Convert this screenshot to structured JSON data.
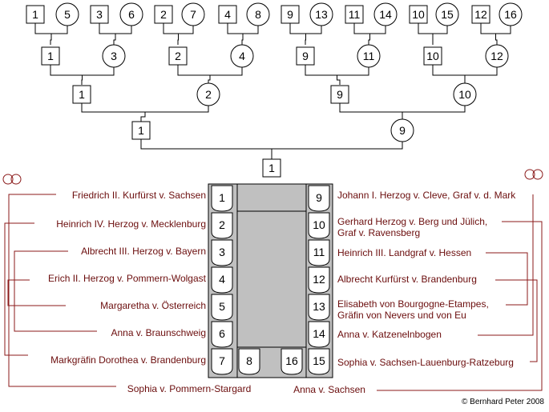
{
  "copyright": "Bernhard Peter 2008",
  "copyright_symbol": "©",
  "colors": {
    "line_black": "#000000",
    "line_red": "#8b1a1a",
    "name_text": "#6b0d0d",
    "shield_gray": "#c0c0c0"
  },
  "tree": {
    "top_row": [
      {
        "male": "1",
        "female": "5"
      },
      {
        "male": "3",
        "female": "6"
      },
      {
        "male": "2",
        "female": "7"
      },
      {
        "male": "4",
        "female": "8"
      },
      {
        "male": "9",
        "female": "13"
      },
      {
        "male": "11",
        "female": "14"
      },
      {
        "male": "10",
        "female": "15"
      },
      {
        "male": "12",
        "female": "16"
      }
    ],
    "row2": [
      {
        "male": "1",
        "female": "3"
      },
      {
        "male": "2",
        "female": "4"
      },
      {
        "male": "9",
        "female": "11"
      },
      {
        "male": "10",
        "female": "12"
      }
    ],
    "row3": [
      {
        "male": "1",
        "female": "2"
      },
      {
        "male": "9",
        "female": "10"
      }
    ],
    "row4": {
      "male": "1",
      "female": "9"
    },
    "root": "1"
  },
  "left_names": [
    {
      "shield": "1",
      "name": "Friedrich II. Kurfürst v. Sachsen"
    },
    {
      "shield": "2",
      "name": "Heinrich IV. Herzog v. Mecklenburg"
    },
    {
      "shield": "3",
      "name": "Albrecht III. Herzog v. Bayern"
    },
    {
      "shield": "4",
      "name": "Erich II. Herzog v. Pommern-Wolgast"
    },
    {
      "shield": "5",
      "name": "Margaretha v. Österreich"
    },
    {
      "shield": "6",
      "name": "Anna v. Braunschweig"
    },
    {
      "shield": "7",
      "name": "Markgräfin Dorothea v. Brandenburg"
    }
  ],
  "right_names": [
    {
      "shield": "9",
      "name": "Johann I. Herzog v. Cleve, Graf v. d. Mark",
      "name2": ""
    },
    {
      "shield": "10",
      "name": "Gerhard Herzog v. Berg und Jülich,",
      "name2": "Graf v. Ravensberg"
    },
    {
      "shield": "11",
      "name": "Heinrich III. Landgraf v. Hessen",
      "name2": ""
    },
    {
      "shield": "12",
      "name": "Albrecht Kurfürst v. Brandenburg",
      "name2": ""
    },
    {
      "shield": "13",
      "name": "Elisabeth von Bourgogne-Etampes,",
      "name2": "Gräfin von Nevers und von Eu"
    },
    {
      "shield": "14",
      "name": "Anna v. Katzenelnbogen",
      "name2": ""
    },
    {
      "shield": "15",
      "name": "Sophia v. Sachsen-Lauenburg-Ratzeburg",
      "name2": ""
    }
  ],
  "bottom_shields": [
    "8",
    "16"
  ],
  "bottom_left_name": "Sophia v. Pommern-Stargard",
  "bottom_right_name": "Anna v. Sachsen"
}
